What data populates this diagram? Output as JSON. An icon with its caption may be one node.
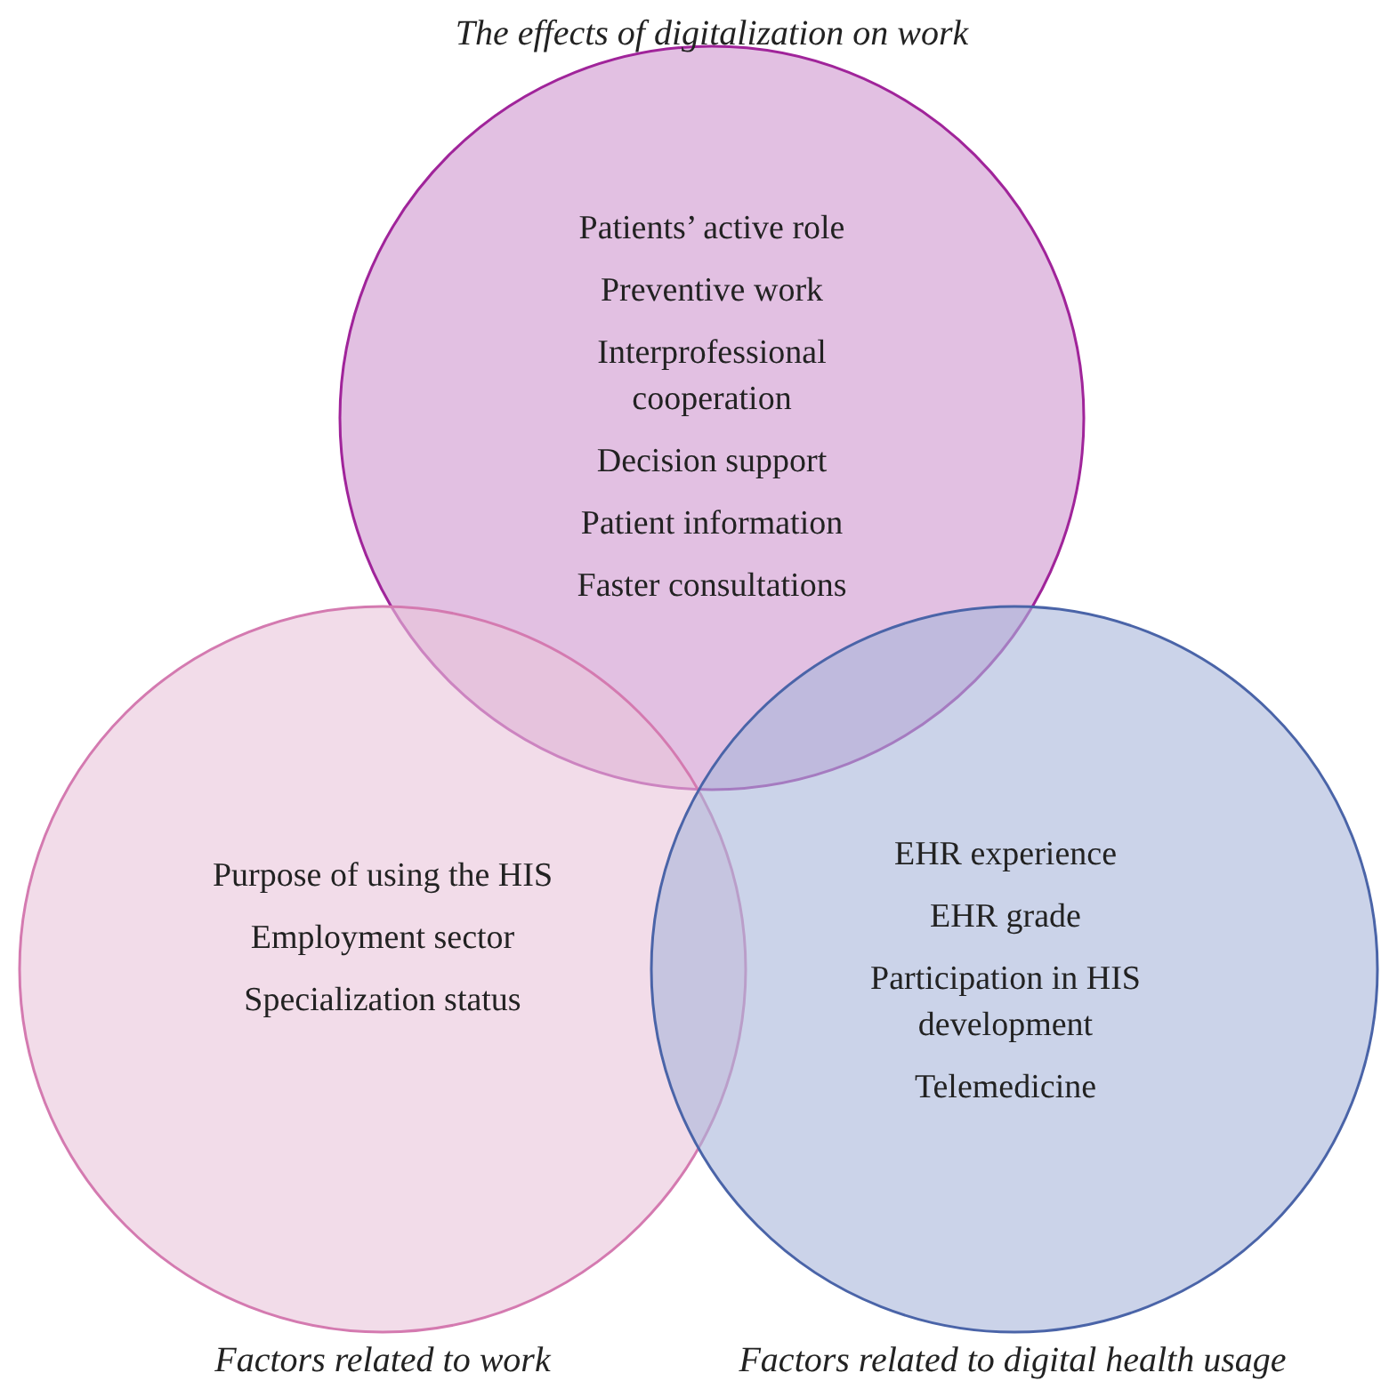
{
  "diagram": {
    "nodes": [
      {
        "text": [
          "The effects of digitalization on work",
          "Patients’ active role",
          "Preventive work",
          "Interprofessional cooperation",
          "Decision support",
          "Patient information",
          "Faster consultations"
        ]
      },
      {
        "text": [
          "Purpose of using the HIS",
          "Employment sector",
          "Specialization status",
          "Factors related to work"
        ]
      },
      {
        "text": [
          "EHR experience",
          "EHR grade",
          "Participation in HIS development",
          "Telemedicine",
          "Factors related to digital health usage"
        ]
      }
    ]
  }
}
